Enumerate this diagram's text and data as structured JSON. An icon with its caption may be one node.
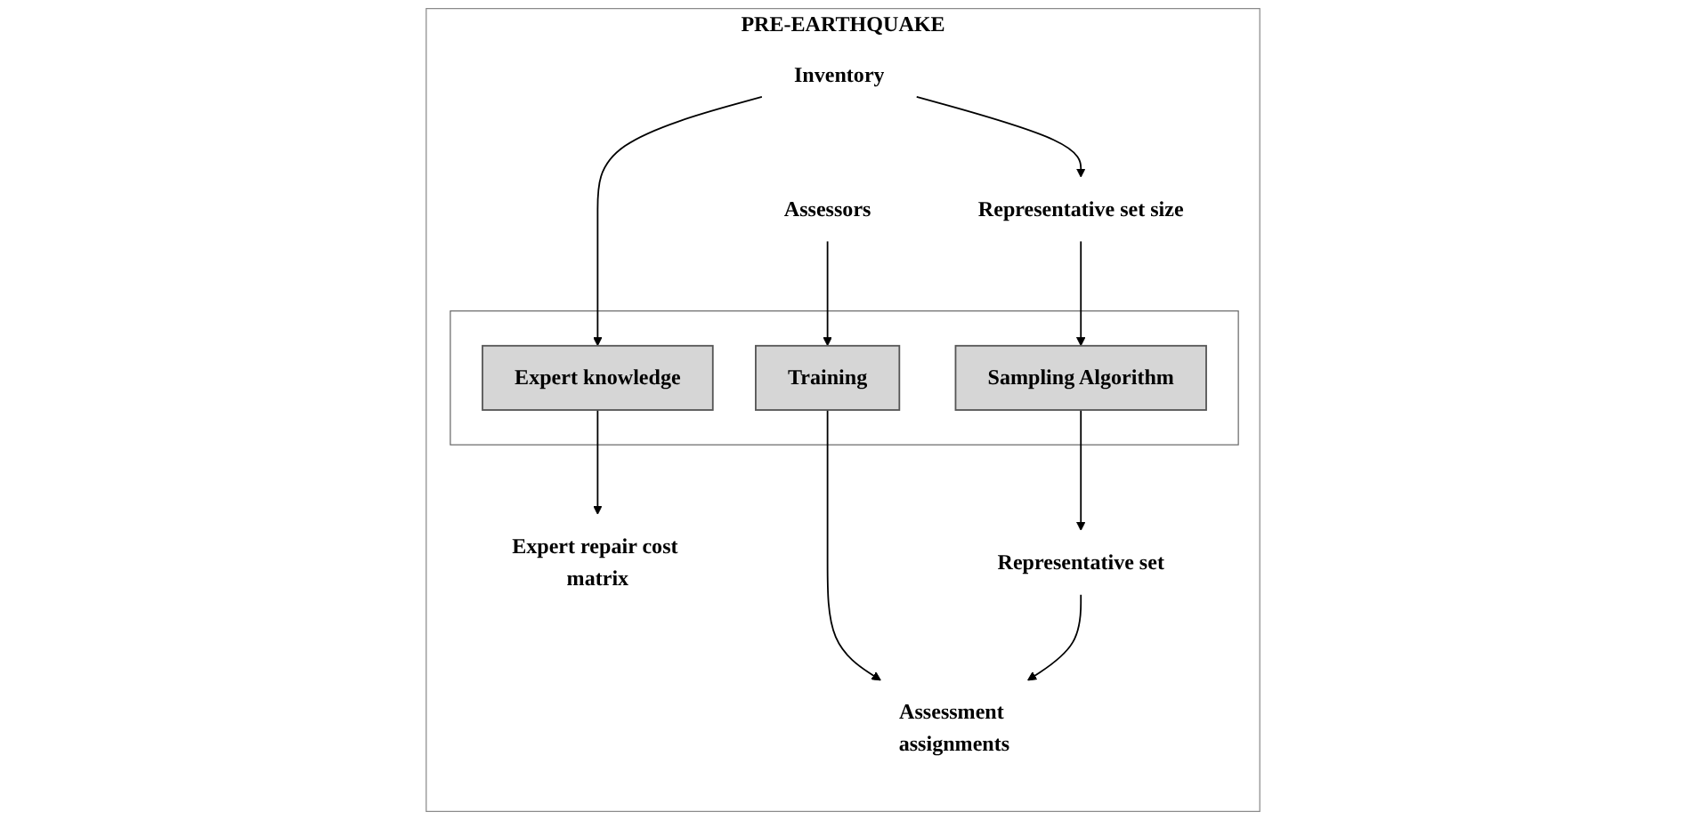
{
  "diagram": {
    "nodes": [
      {
        "text": [
          "PRE-EARTHQUAKE"
        ]
      },
      {
        "text": [
          "Inventory"
        ],
        "in": 0
      },
      {
        "text": [
          "Representative set size"
        ],
        "in": 0
      },
      {
        "text": [
          "Assessors"
        ],
        "in": 0
      },
      {
        "text": [],
        "shape": "box",
        "in": 0
      },
      {
        "text": [
          "Expert knowledge"
        ],
        "in": 4
      },
      {
        "text": [
          "Sampling Algorithm"
        ],
        "in": 4
      },
      {
        "text": [
          "Training"
        ],
        "in": 4
      },
      {
        "text": [
          "Expert repair cost matrix"
        ],
        "in": 0
      },
      {
        "text": [
          "Representative set"
        ],
        "in": 0
      },
      {
        "text": [
          "Assessment assignments"
        ],
        "in": 0
      }
    ],
    "edges": [
      {
        "from": 1,
        "to": 2,
        "arrow": "to"
      },
      {
        "from": 1,
        "to": 5,
        "arrow": "to"
      },
      {
        "from": 2,
        "to": 6,
        "arrow": "to"
      },
      {
        "from": 3,
        "to": 7,
        "arrow": "to"
      },
      {
        "from": 5,
        "to": 8,
        "arrow": "to"
      },
      {
        "from": 6,
        "to": 9,
        "arrow": "to"
      },
      {
        "from": 7,
        "to": 10,
        "arrow": "to"
      },
      {
        "from": 9,
        "to": 10,
        "arrow": "to"
      }
    ]
  }
}
